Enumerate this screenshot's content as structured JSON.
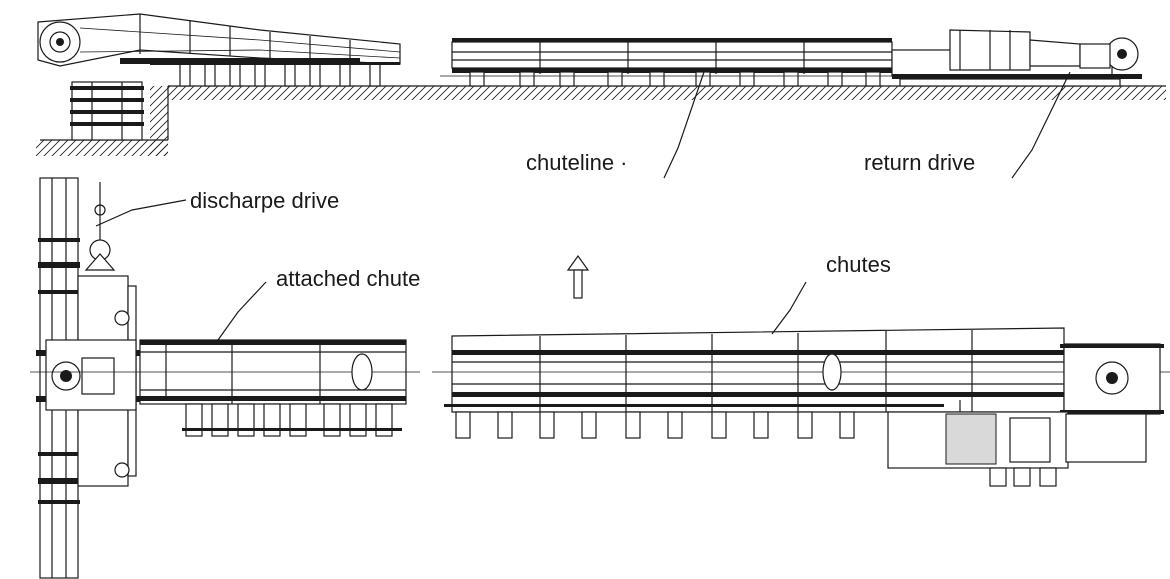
{
  "labels": {
    "chuteline": "chuteline ·",
    "return_drive": "return drive",
    "discharge_drive": "discharpe drive",
    "attached_chute": "attached chute",
    "chutes": "chutes"
  }
}
